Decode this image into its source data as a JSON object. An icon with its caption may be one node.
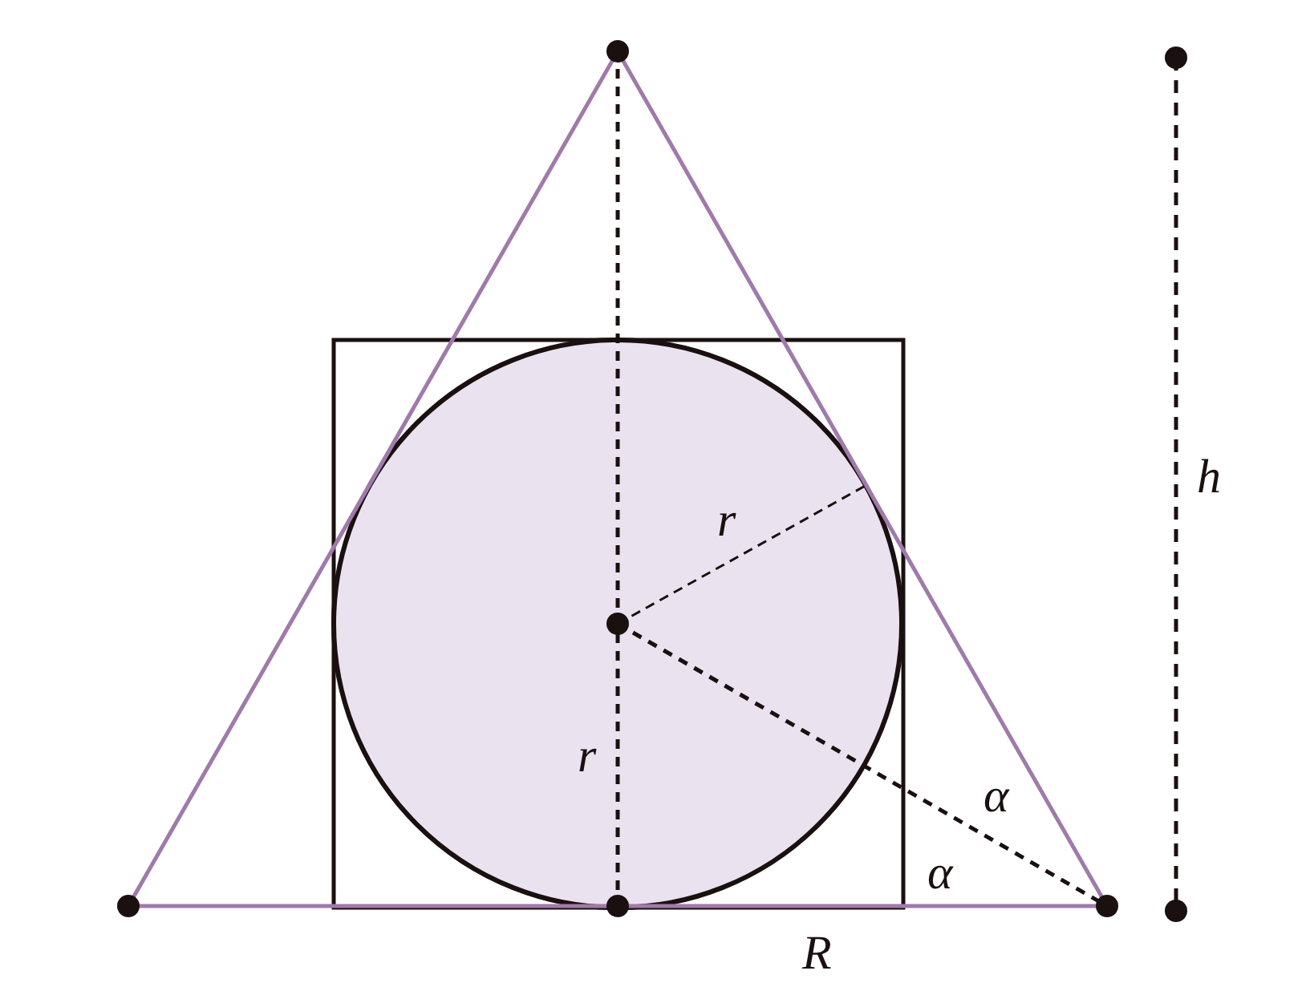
{
  "diagram": {
    "labels": [
      "h",
      "r",
      "r",
      "α",
      "α",
      "R"
    ]
  }
}
